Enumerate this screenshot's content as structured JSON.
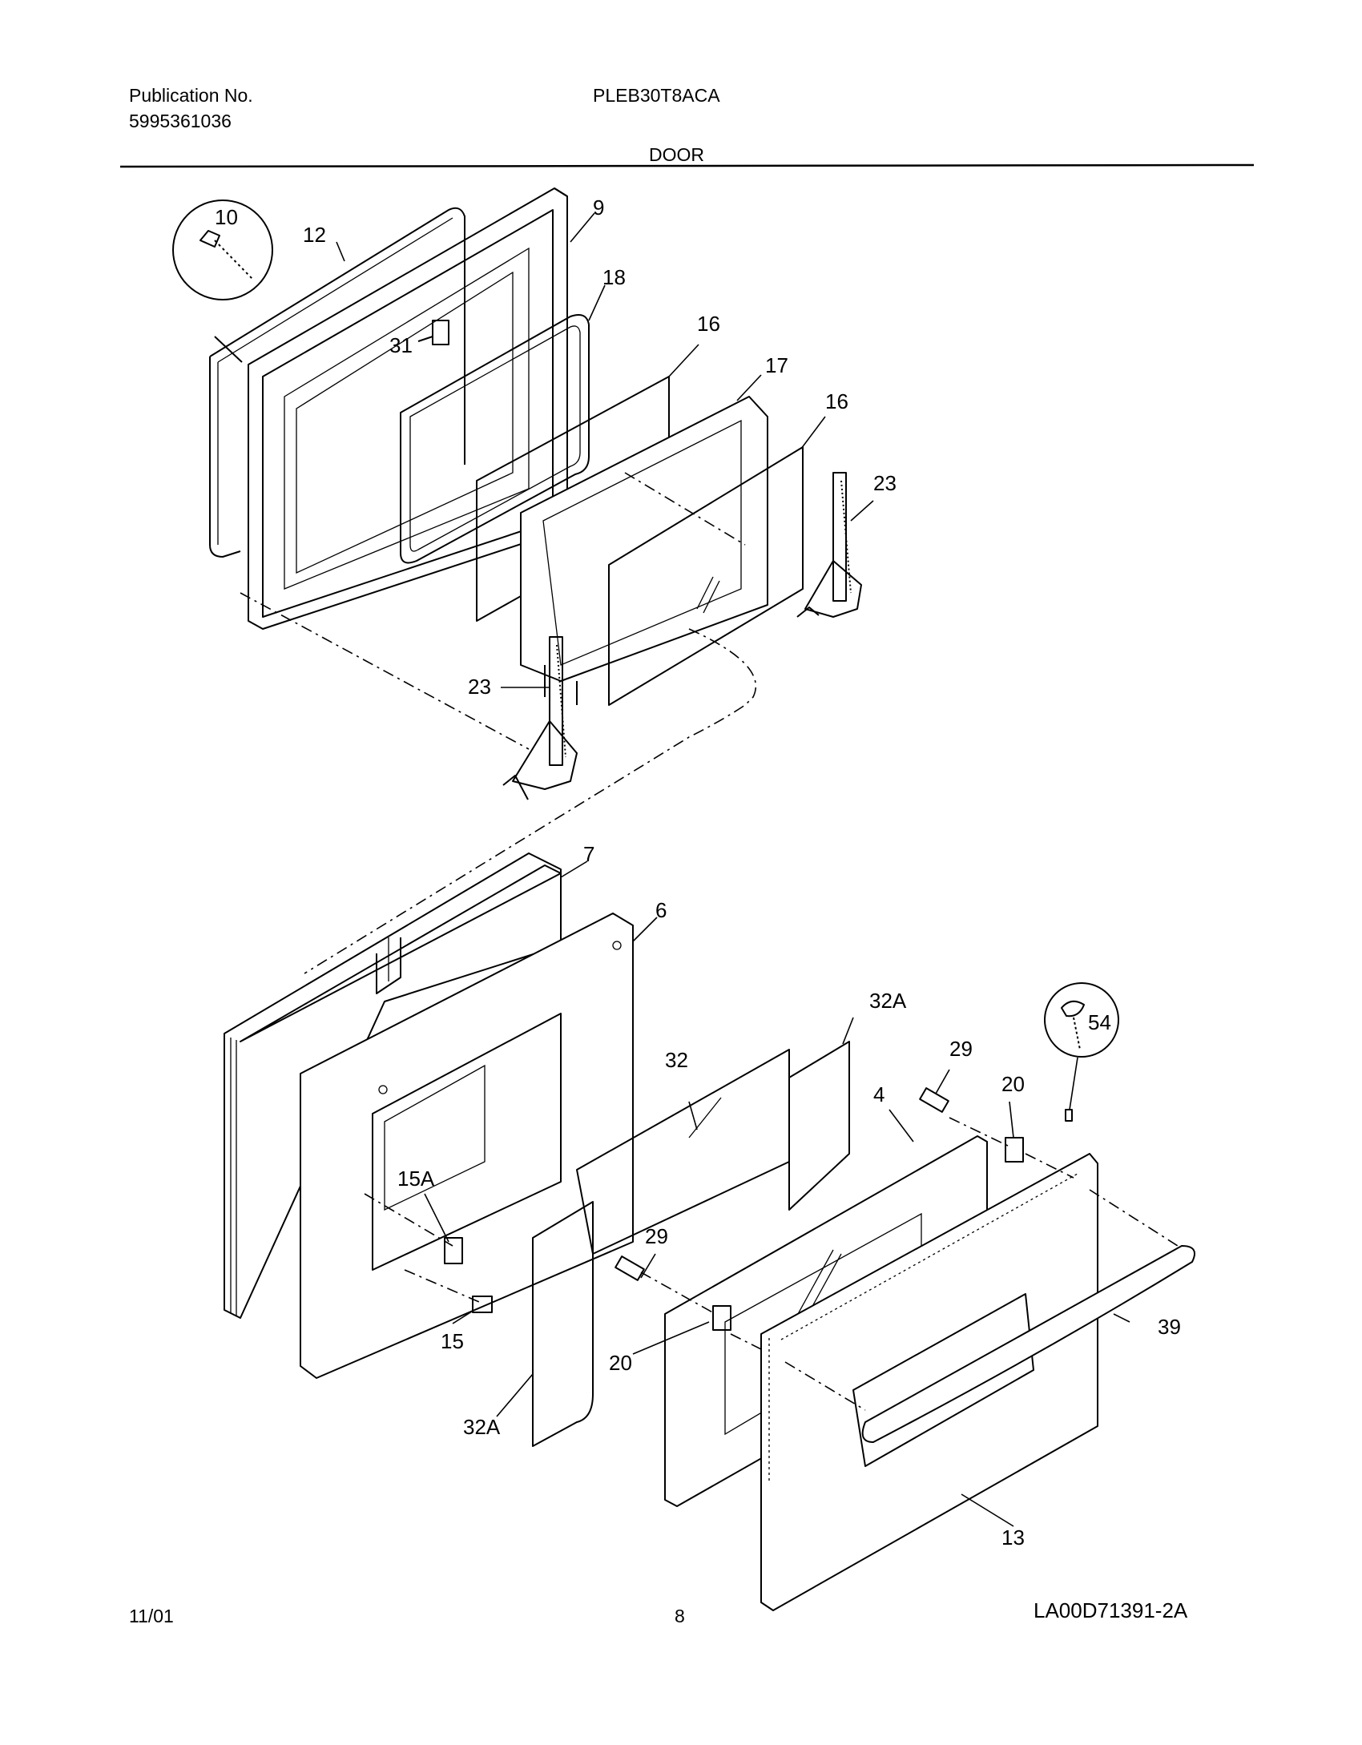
{
  "header": {
    "publication_label": "Publication No.",
    "publication_number": "5995361036",
    "model": "PLEB30T8ACA",
    "section": "DOOR"
  },
  "footer": {
    "date": "11/01",
    "page": "8",
    "drawing_id": "LA00D71391-2A"
  },
  "callouts": {
    "c10": "10",
    "c12": "12",
    "c9": "9",
    "c18": "18",
    "c31": "31",
    "c16a": "16",
    "c17": "17",
    "c16b": "16",
    "c23a": "23",
    "c23b": "23",
    "c7": "7",
    "c6": "6",
    "c32a_top": "32A",
    "c29a": "29",
    "c54": "54",
    "c32": "32",
    "c20a": "20",
    "c4": "4",
    "c15a": "15A",
    "c29b": "29",
    "c39": "39",
    "c15": "15",
    "c20b": "20",
    "c32a_bottom": "32A",
    "c13": "13"
  }
}
